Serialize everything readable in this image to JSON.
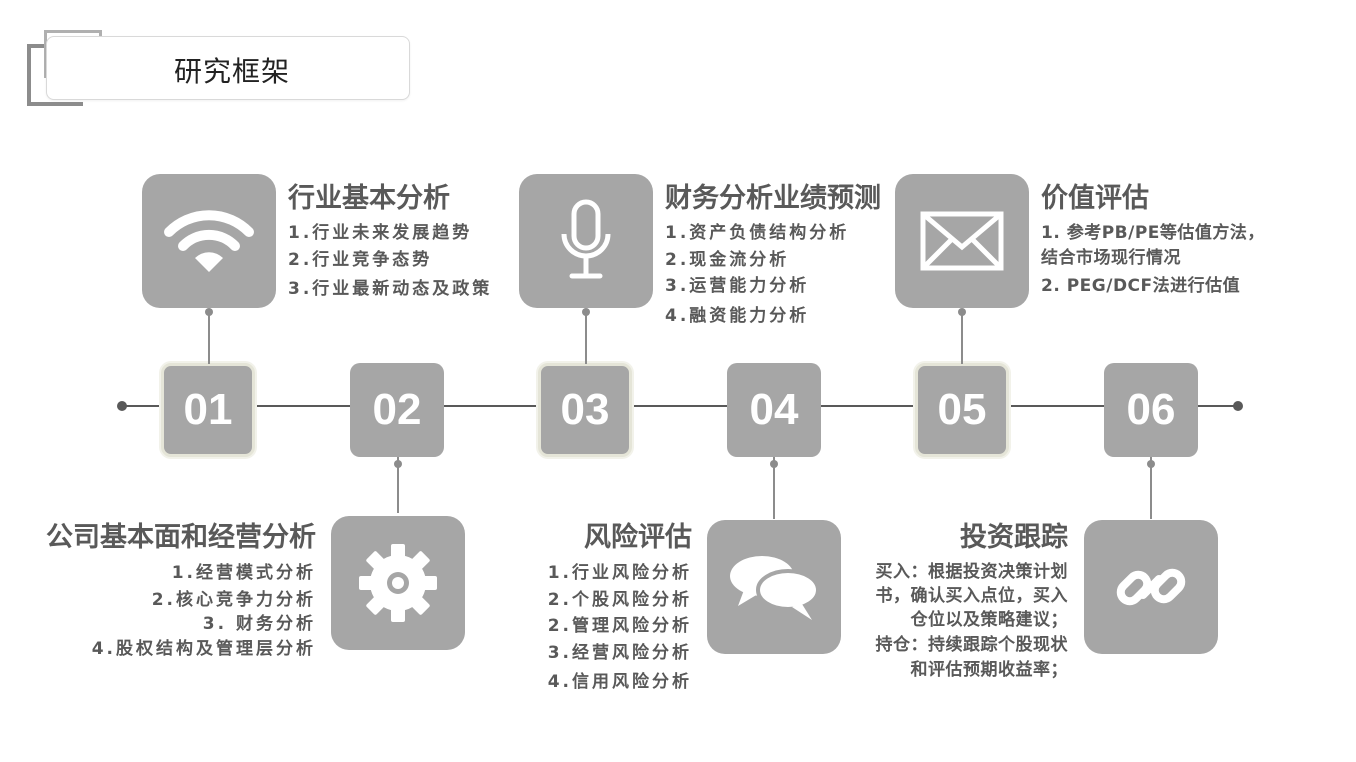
{
  "header": {
    "title": "研究框架"
  },
  "timeline": {
    "numbers": [
      "01",
      "02",
      "03",
      "04",
      "05",
      "06"
    ]
  },
  "top": [
    {
      "title": "行业基本分析",
      "icon": "wifi-icon",
      "items": [
        "1.行业未来发展趋势",
        "2.行业竞争态势",
        "3.行业最新动态及政策"
      ]
    },
    {
      "title": "财务分析业绩预测",
      "icon": "microphone-icon",
      "items": [
        "1.资产负债结构分析",
        "2.现金流分析",
        "3.运营能力分析",
        "4.融资能力分析"
      ]
    },
    {
      "title": "价值评估",
      "icon": "envelope-icon",
      "items": [
        "1. 参考PB/PE等估值方法，",
        "结合市场现行情况",
        "2. PEG/DCF法进行估值"
      ]
    }
  ],
  "bottom": [
    {
      "title": "公司基本面和经营分析",
      "icon": "gear-icon",
      "items": [
        "1.经营模式分析",
        "2.核心竞争力分析",
        "3. 财务分析",
        "4.股权结构及管理层分析"
      ]
    },
    {
      "title": "风险评估",
      "icon": "chat-bubbles-icon",
      "items": [
        "1.行业风险分析",
        "2.个股风险分析",
        "2.管理风险分析",
        "3.经营风险分析",
        "4.信用风险分析"
      ]
    },
    {
      "title": "投资跟踪",
      "icon": "link-icon",
      "items": [
        "买入：根据投资决策计划",
        "书，确认买入点位，买入",
        "仓位以及策略建议；",
        "持仓：持续跟踪个股现状",
        "和评估预期收益率；"
      ]
    }
  ],
  "colors": {
    "box": "#a6a6a6",
    "text": "#595959",
    "line": "#595959"
  }
}
